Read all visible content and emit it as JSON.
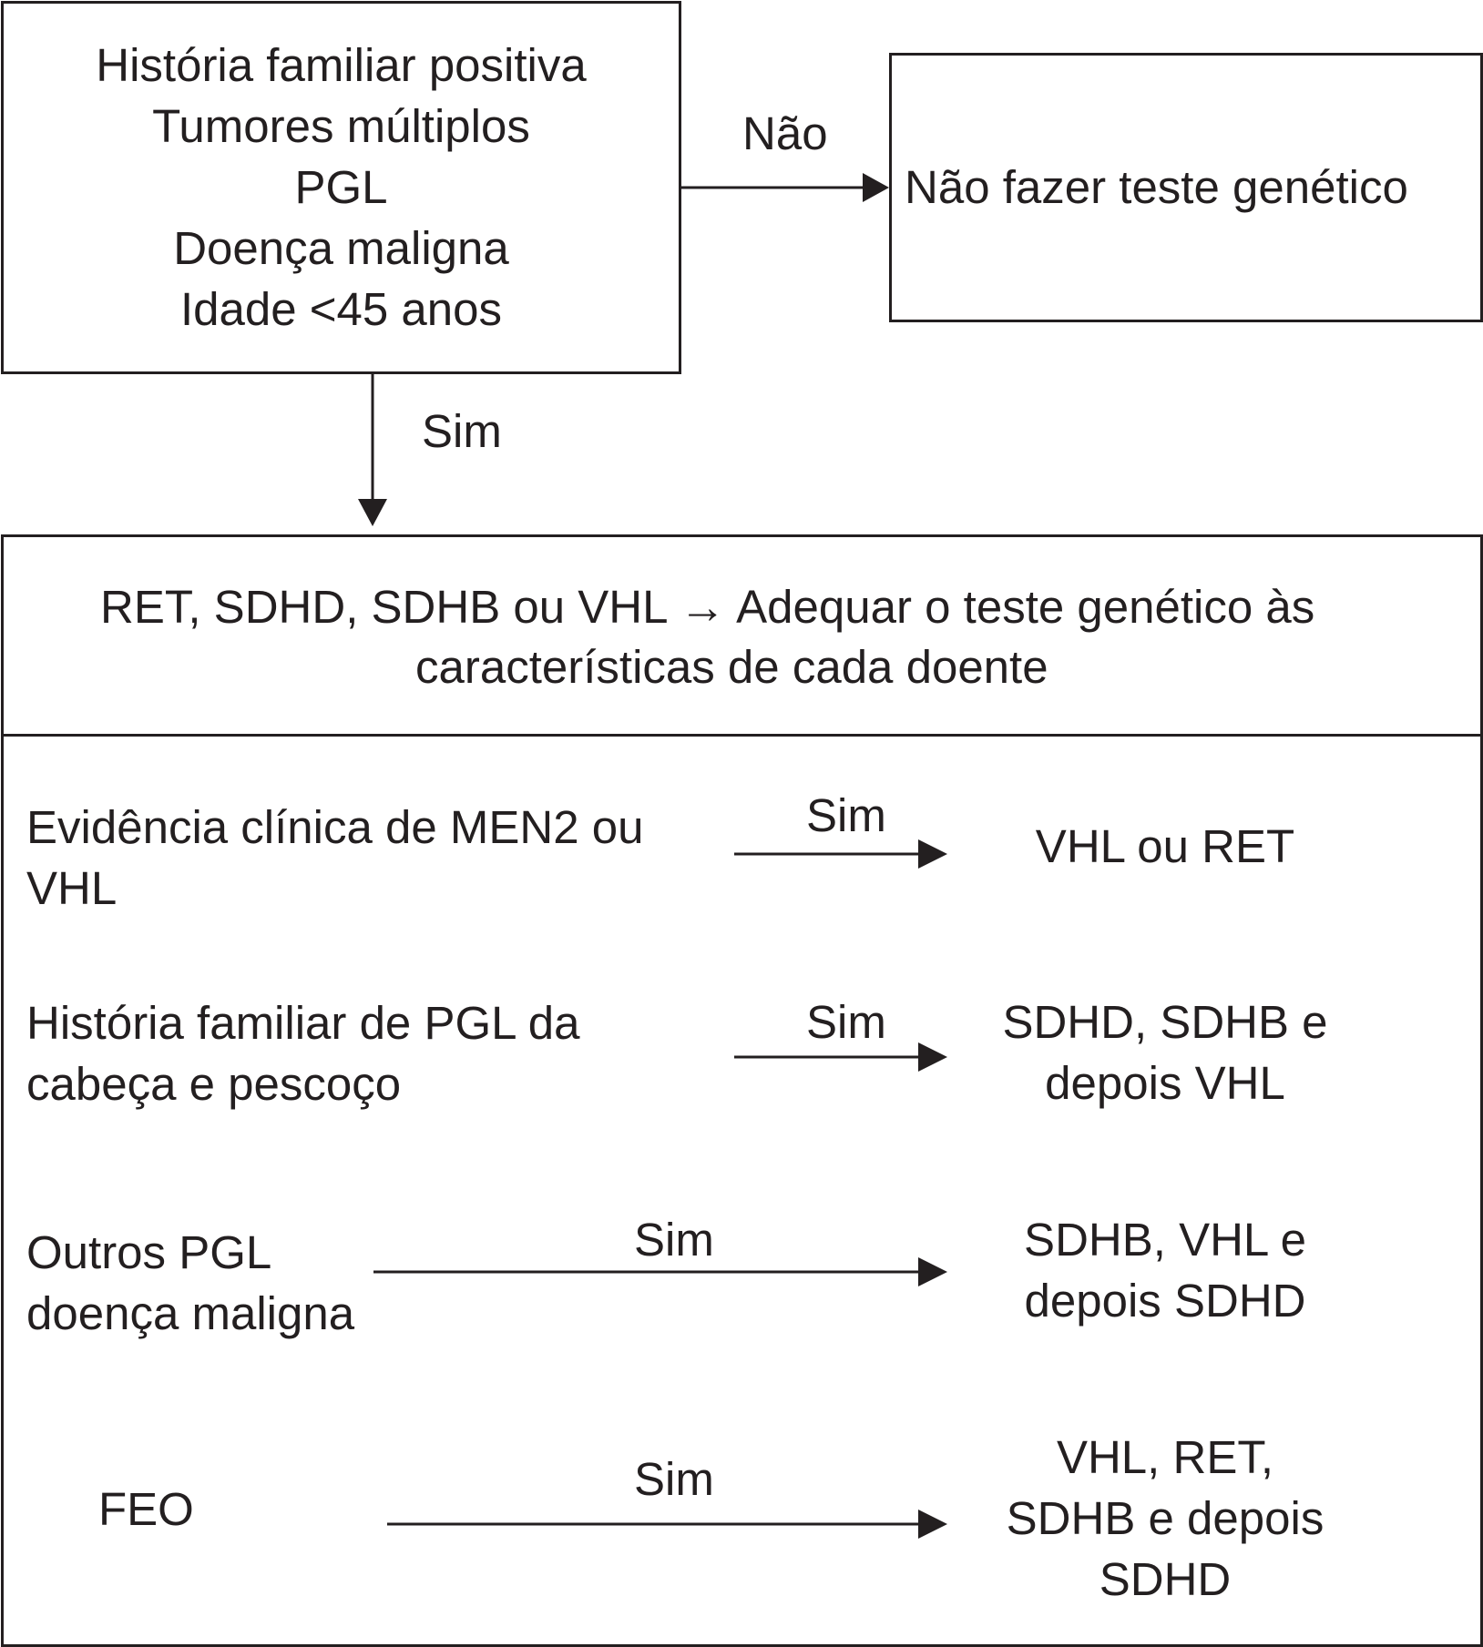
{
  "criteria_box": {
    "lines": [
      "História familiar positiva",
      "Tumores múltiplos",
      "PGL",
      "Doença maligna",
      "Idade <45 anos"
    ]
  },
  "no_branch": {
    "label": "Não",
    "result": "Não fazer teste genético"
  },
  "yes_branch": {
    "label": "Sim"
  },
  "testing_box": {
    "header_line1": "RET, SDHD, SDHB ou VHL → Adequar o teste genético às",
    "header_line2": "características de cada doente",
    "rows": [
      {
        "condition": [
          "Evidência clínica de MEN2 ou",
          "VHL"
        ],
        "arrow_label": "Sim",
        "result": [
          "VHL ou RET"
        ]
      },
      {
        "condition": [
          "História familiar de PGL da",
          "cabeça e pescoço"
        ],
        "arrow_label": "Sim",
        "result": [
          "SDHD, SDHB e",
          "depois VHL"
        ]
      },
      {
        "condition": [
          "Outros PGL",
          "doença maligna"
        ],
        "arrow_label": "Sim",
        "result": [
          "SDHB, VHL e",
          "depois SDHD"
        ]
      },
      {
        "condition": [
          "FEO"
        ],
        "arrow_label": "Sim",
        "result": [
          "VHL, RET,",
          "SDHB e depois",
          "SDHD"
        ]
      }
    ]
  }
}
